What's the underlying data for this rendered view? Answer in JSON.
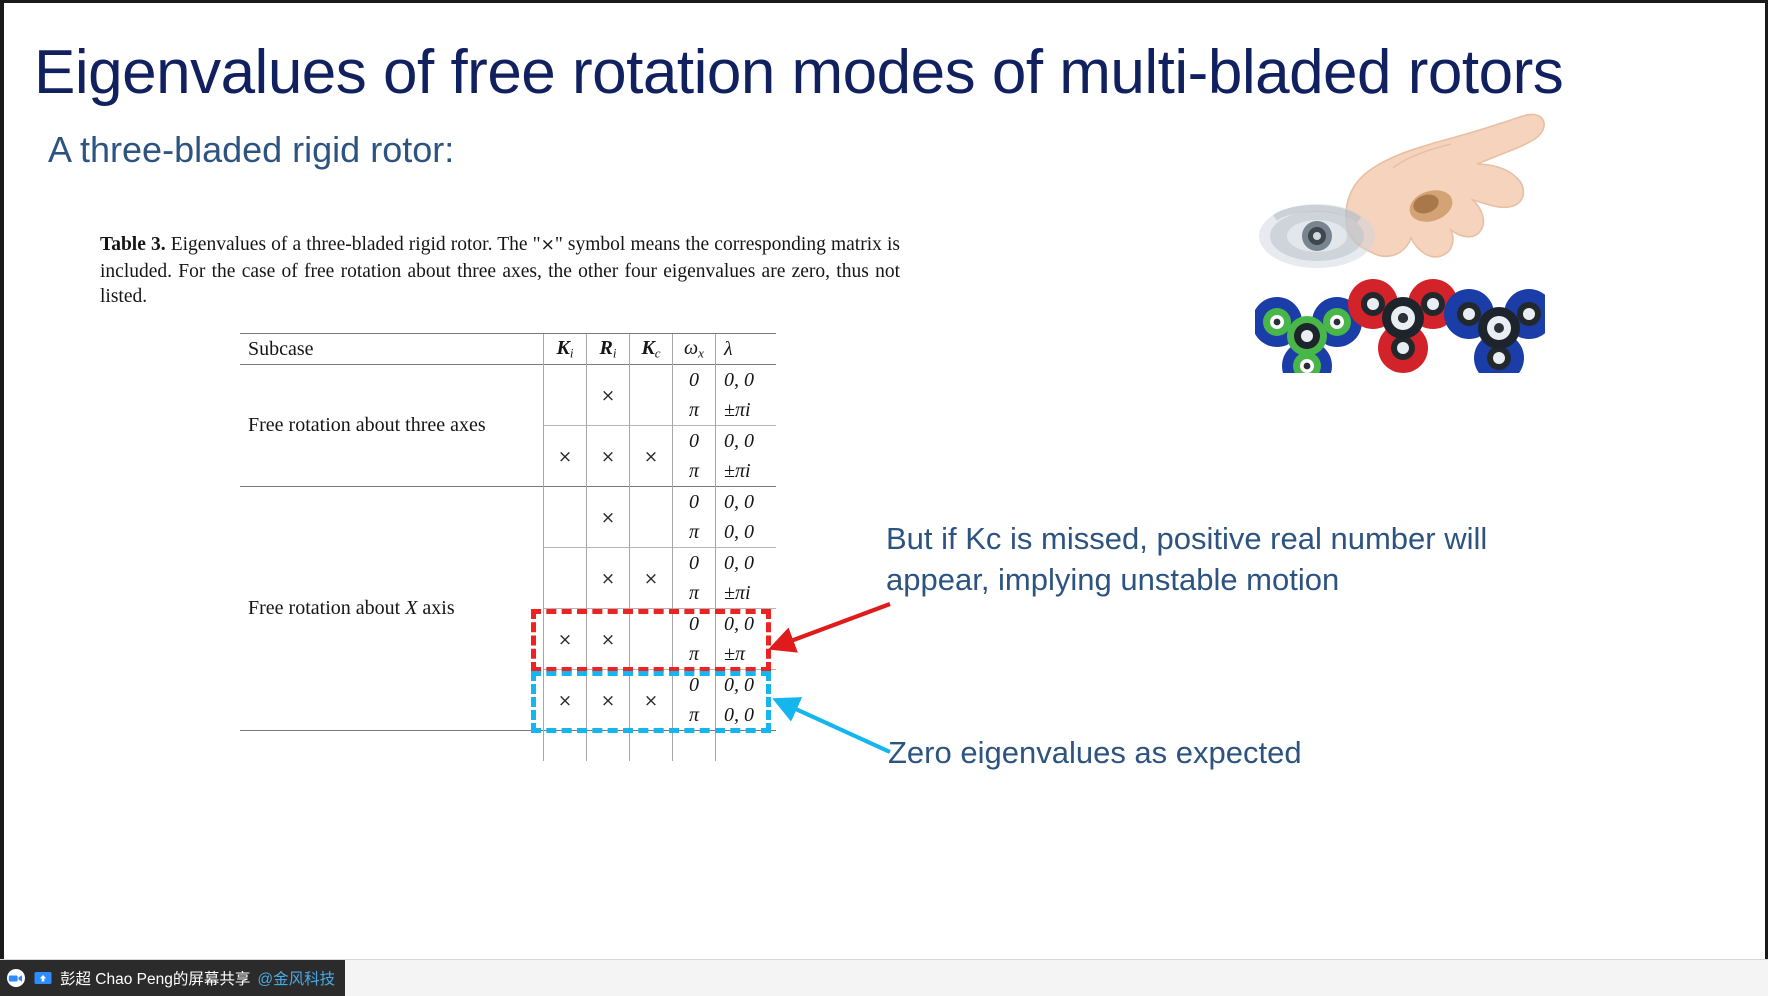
{
  "slide": {
    "title": "Eigenvalues of free rotation modes of multi-bladed rotors",
    "subtitle": "A three-bladed rigid rotor:",
    "title_color": "#11205e",
    "subtitle_color": "#2d5480"
  },
  "caption": {
    "label": "Table 3.",
    "text_1": " Eigenvalues of a three-bladed rigid rotor. The \"",
    "x_symbol": "×",
    "text_2": "\" symbol means the corresponding matrix is included. For the case of free rotation about three axes, the other four eigenvalues are zero, thus not listed."
  },
  "table": {
    "headers": {
      "subcase": "Subcase",
      "ki": "K",
      "ki_sub": "i",
      "ri": "R",
      "ri_sub": "i",
      "kc": "K",
      "kc_sub": "c",
      "wx": "ω",
      "wx_sub": "x",
      "lambda": "λ"
    },
    "groups": [
      {
        "label": "Free rotation about three axes",
        "blocks": [
          {
            "ki": "",
            "ri": "×",
            "kc": "",
            "rows": [
              {
                "wx": "0",
                "lambda": "0, 0"
              },
              {
                "wx": "π",
                "lambda": "±πi"
              }
            ]
          },
          {
            "ki": "×",
            "ri": "×",
            "kc": "×",
            "rows": [
              {
                "wx": "0",
                "lambda": "0, 0"
              },
              {
                "wx": "π",
                "lambda": "±πi"
              }
            ]
          }
        ]
      },
      {
        "label": "Free rotation about X axis",
        "label_plain": "Free rotation about ",
        "label_italic": "X",
        "label_tail": " axis",
        "blocks": [
          {
            "ki": "",
            "ri": "×",
            "kc": "",
            "rows": [
              {
                "wx": "0",
                "lambda": "0, 0"
              },
              {
                "wx": "π",
                "lambda": "0, 0"
              }
            ]
          },
          {
            "ki": "",
            "ri": "×",
            "kc": "×",
            "rows": [
              {
                "wx": "0",
                "lambda": "0, 0"
              },
              {
                "wx": "π",
                "lambda": "±πi"
              }
            ]
          },
          {
            "ki": "×",
            "ri": "×",
            "kc": "",
            "highlight": "red",
            "rows": [
              {
                "wx": "0",
                "lambda": "0, 0"
              },
              {
                "wx": "π",
                "lambda": "±π"
              }
            ]
          },
          {
            "ki": "×",
            "ri": "×",
            "kc": "×",
            "highlight": "blue",
            "rows": [
              {
                "wx": "0",
                "lambda": "0, 0"
              },
              {
                "wx": "π",
                "lambda": "0, 0"
              }
            ]
          }
        ]
      }
    ]
  },
  "annotations": {
    "red": {
      "text": "But if Kc is missed, positive real number will appear, implying unstable motion",
      "color": "#2d5480",
      "arrow_color": "#e01b1b",
      "box_color": "#ef2222"
    },
    "blue": {
      "text": "Zero eigenvalues as expected",
      "color": "#2d5480",
      "arrow_color": "#15b5ef",
      "box_color": "#15b5ef"
    }
  },
  "taskbar": {
    "share_text": "彭超 Chao Peng的屏幕共享",
    "share_handle": "@金风科技",
    "icons": [
      "zoom-icon",
      "screen-share-icon"
    ]
  }
}
